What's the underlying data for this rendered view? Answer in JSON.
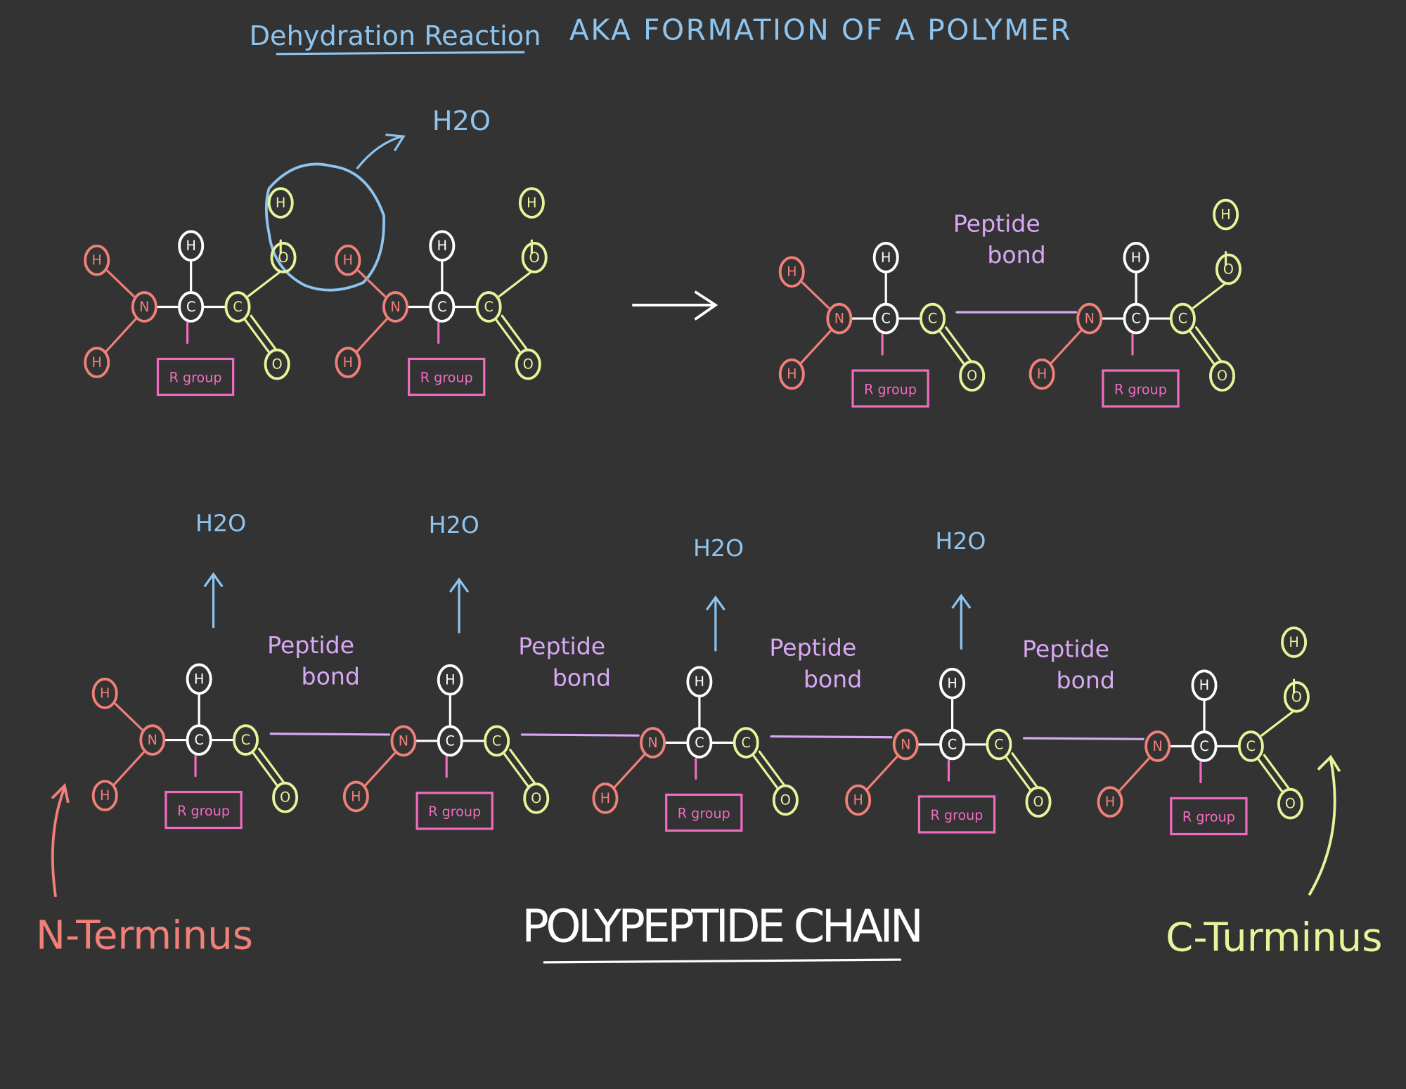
{
  "title": {
    "part1": "Dehydration Reaction",
    "part2": "AKA FORMATION OF A POLYMER"
  },
  "water_label": "H2O",
  "peptide_bond": {
    "line1": "Peptide",
    "line2": "bond"
  },
  "atoms": {
    "hydrogen": "H",
    "nitrogen": "N",
    "carbon": "C",
    "oxygen": "O",
    "r_group": "R group"
  },
  "chain_title": "POLYPEPTIDE CHAIN",
  "n_terminus": "N-Terminus",
  "c_terminus": "C-Turminus",
  "colors": {
    "background": "#333333",
    "amine": "#f08078",
    "carbon": "#ffffff",
    "carboxyl": "#e4f59a",
    "r_group": "#f06cc0",
    "water": "#8ec5f0",
    "peptide": "#d9a8f5"
  }
}
